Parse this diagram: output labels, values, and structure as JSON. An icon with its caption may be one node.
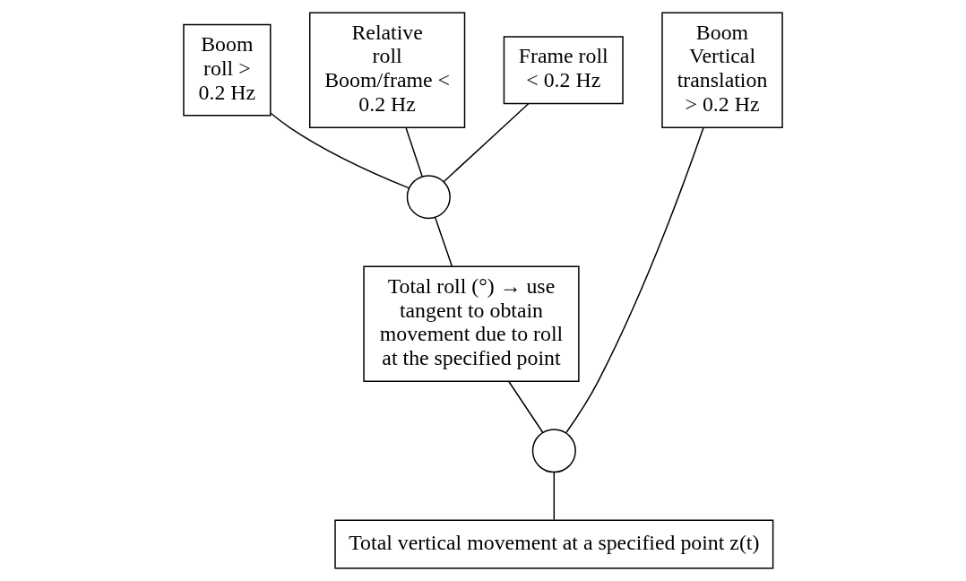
{
  "diagram": {
    "nodes": [
      {
        "text": [
          "Boom roll > 0.2 Hz"
        ]
      },
      {
        "text": [
          "Relative roll",
          "Boom/frame < 0.2 Hz"
        ]
      },
      {
        "text": [
          "Frame roll < 0.2 Hz"
        ]
      },
      {
        "text": [
          "Boom Vertical translation > 0.2 Hz"
        ]
      },
      {
        "text": [],
        "shape": "circle"
      },
      {
        "text": [
          "Total roll (°) → use tangent to obtain movement due to roll at the specified point"
        ]
      },
      {
        "text": [],
        "shape": "circle"
      },
      {
        "text": [
          "Total vertical movement at a specified point z(t)"
        ]
      }
    ],
    "edges": [
      {
        "from": 0,
        "to": 4,
        "arrow": "none"
      },
      {
        "from": 1,
        "to": 4,
        "arrow": "none"
      },
      {
        "from": 2,
        "to": 4,
        "arrow": "none"
      },
      {
        "from": 4,
        "to": 5,
        "arrow": "none"
      },
      {
        "from": 5,
        "to": 6,
        "arrow": "none"
      },
      {
        "from": 3,
        "to": 6,
        "arrow": "none"
      },
      {
        "from": 6,
        "to": 7,
        "arrow": "none"
      }
    ]
  }
}
